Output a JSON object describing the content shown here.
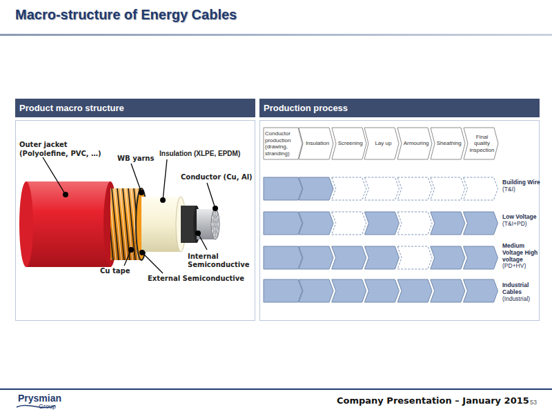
{
  "diagram": {
    "title": "Macro-structure of Energy Cables",
    "nodes": [
      {
        "text": [
          "Product macro structure"
        ]
      },
      {
        "text": [
          "Production process"
        ]
      },
      {
        "text": [
          "Conductor production (drawing, stranding)"
        ],
        "in": 1
      },
      {
        "text": [
          "Insulation"
        ],
        "in": 1
      },
      {
        "text": [
          "Screening"
        ],
        "in": 1
      },
      {
        "text": [
          "Lay up"
        ],
        "in": 1
      },
      {
        "text": [
          "Armouring"
        ],
        "in": 1
      },
      {
        "text": [
          "Sheathing"
        ],
        "in": 1
      },
      {
        "text": [
          "Final quality inspection"
        ],
        "in": 1
      }
    ],
    "labels": [
      "Outer jacket",
      "(Polyolefine, PVC, …)",
      "WB yarns",
      "Insulation (XLPE, EPDM)",
      "Conductor (Cu, Al)",
      "Internal Semiconductive",
      "Cu tape",
      "External Semiconductive",
      "Building Wire",
      "(T&I)",
      "Low Voltage",
      "(T&I+PD)",
      "Medium Voltage High voltage",
      "(PD+HV)",
      "Industrial Cables",
      "(Industrial)",
      "Prysmian",
      "Group",
      "Company Presentation – January 2015",
      "53"
    ]
  }
}
